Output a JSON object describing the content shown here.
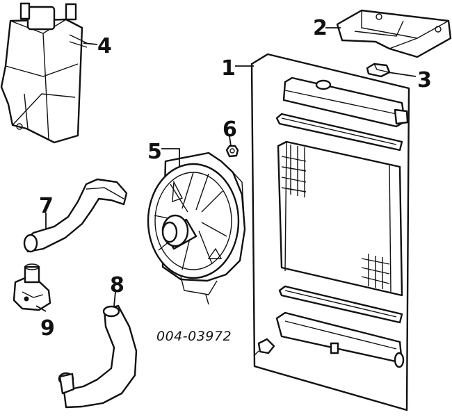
{
  "diagram": {
    "callouts": [
      "1",
      "2",
      "3",
      "4",
      "5",
      "6",
      "7",
      "8",
      "9"
    ],
    "reference_code": "004-03972"
  }
}
